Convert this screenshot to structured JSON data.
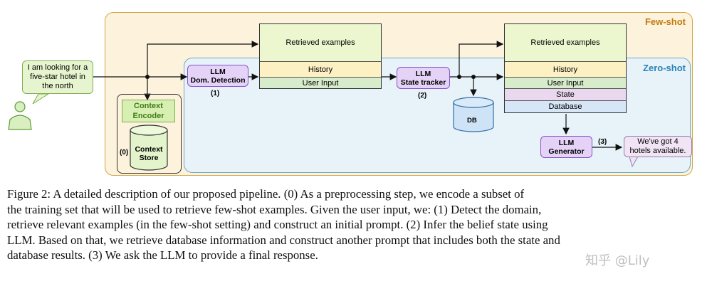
{
  "diagram": {
    "few_shot_label": "Few-shot",
    "zero_shot_label": "Zero-shot",
    "user_utterance": "I am looking for a five-star hotel in the north",
    "llm_domain": {
      "title": "LLM",
      "subtitle": "Dom. Detection",
      "step": "(1)"
    },
    "prompt_1": {
      "retrieved": "Retrieved examples",
      "history": "History",
      "user_input": "User Input"
    },
    "llm_state": {
      "title": "LLM",
      "subtitle": "State tracker",
      "step": "(2)"
    },
    "db_label": "DB",
    "prompt_2": {
      "retrieved": "Retrieved examples",
      "history": "History",
      "user_input": "User Input",
      "state": "State",
      "database": "Database"
    },
    "context_encoder": {
      "line1": "Context",
      "line2": "Encoder"
    },
    "context_store": {
      "line1": "Context",
      "line2": "Store",
      "step": "(0)"
    },
    "llm_generator": {
      "title": "LLM",
      "subtitle": "Generator",
      "step": "(3)"
    },
    "response": "We've got 4 hotels available."
  },
  "caption": {
    "lines": [
      "Figure 2: A detailed description of our proposed pipeline. (0) As a preprocessing step, we encode a subset of",
      "the training set that will be used to retrieve few-shot examples. Given the user input, we: (1) Detect the domain,",
      "retrieve relevant examples (in the few-shot setting) and construct an initial prompt. (2) Infer the belief state using",
      "LLM. Based on that, we retrieve database information and construct another prompt that includes both the state and",
      "database results. (3) We ask the LLM to provide a final response."
    ]
  },
  "watermark": "知乎 @Lily"
}
